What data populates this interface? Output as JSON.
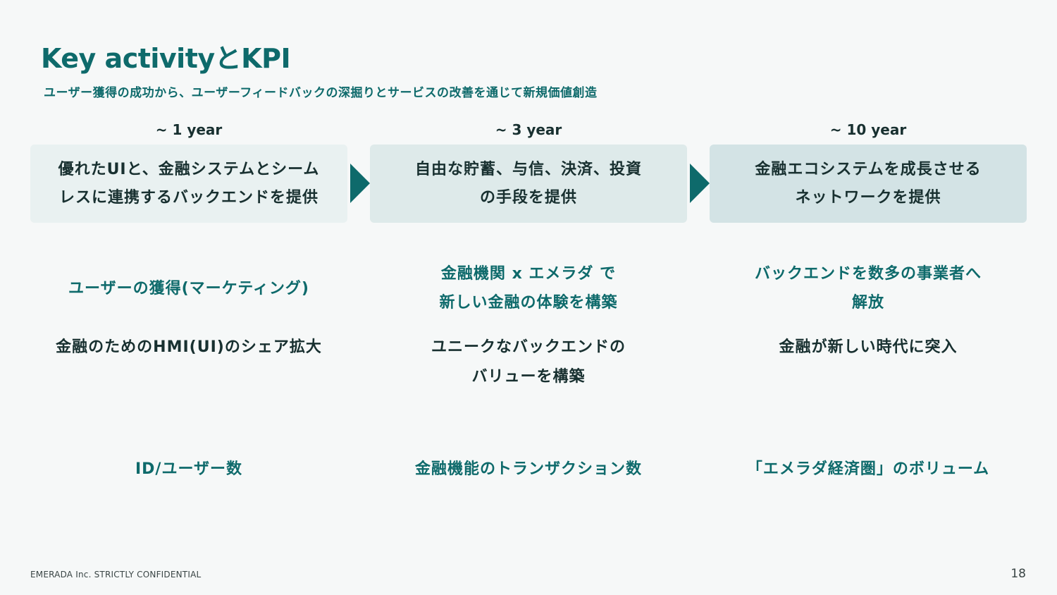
{
  "header": {
    "title": "Key activityとKPI",
    "subtitle": "ユーザー獲得の成功から、ユーザーフィードバックの深掘りとサービスの改善を通じて新規価値創造"
  },
  "columns": [
    {
      "period": "~ 1 year",
      "goal": "優れたUIと、金融システムとシーム\nレスに連携するバックエンドを提供",
      "activity": "ユーザーの獲得(マーケティング)",
      "outcome": "金融のためのHMI(UI)のシェア拡大",
      "kpi": "ID/ユーザー数"
    },
    {
      "period": "~ 3 year",
      "goal": "自由な貯蓄、与信、決済、投資\nの手段を提供",
      "activity": "金融機関 x エメラダ で\n新しい金融の体験を構築",
      "outcome": "ユニークなバックエンドの\nバリューを構築",
      "kpi": "金融機能のトランザクション数"
    },
    {
      "period": "~ 10 year",
      "goal": "金融エコシステムを成長させる\nネットワークを提供",
      "activity": "バックエンドを数多の事業者へ\n解放",
      "outcome": "金融が新しい時代に突入",
      "kpi": "「エメラダ経済圏」のボリューム"
    }
  ],
  "footer": {
    "confidential": "EMERADA Inc. STRICTLY CONFIDENTIAL",
    "page_number": "18"
  },
  "colors": {
    "accent": "#0e6a6b",
    "text": "#183030",
    "background": "#f6f8f8",
    "box1": "#e9f1f1",
    "box2": "#deeaea",
    "box3": "#d3e3e5"
  },
  "icons": [
    "chevron-right-icon",
    "chevron-right-icon"
  ]
}
